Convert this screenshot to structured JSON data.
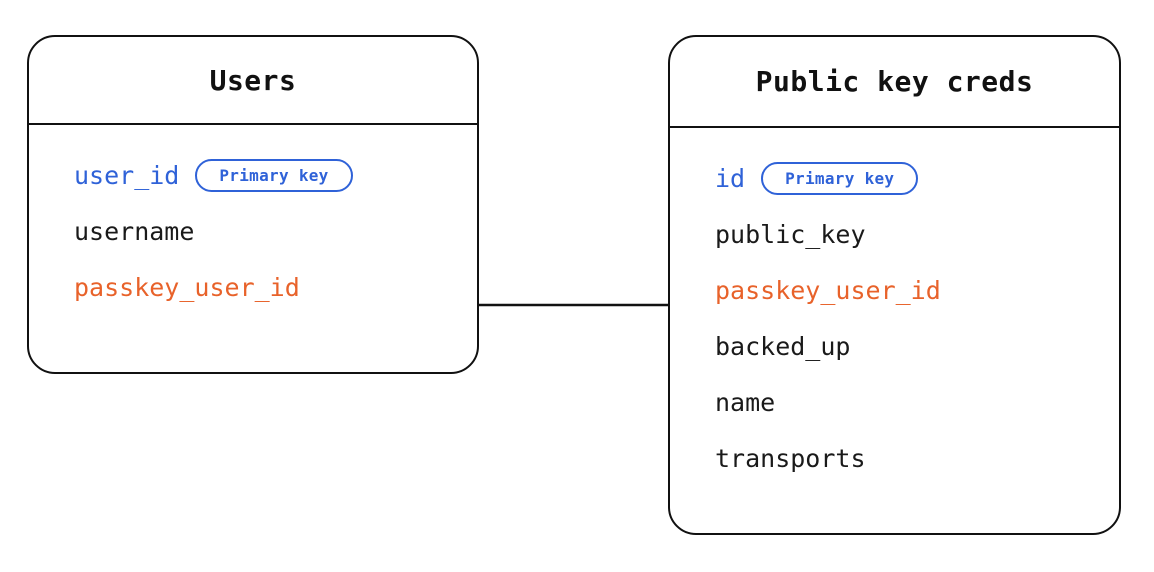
{
  "diagram": {
    "type": "entity-relationship-diagram",
    "background_color": "#ffffff",
    "border_color": "#111111",
    "colors": {
      "primary_key": "#2f62d8",
      "foreign_key": "#e8622a",
      "default_text": "#1a1a1a",
      "badge_border": "#2f62d8",
      "connector": "#111111"
    },
    "entities": [
      {
        "id": "users",
        "title": "Users",
        "fields": [
          {
            "name": "user_id",
            "role": "pk",
            "badge": "Primary key"
          },
          {
            "name": "username",
            "role": "default",
            "badge": null
          },
          {
            "name": "passkey_user_id",
            "role": "fk",
            "badge": null
          }
        ]
      },
      {
        "id": "public_key_creds",
        "title": "Public key creds",
        "fields": [
          {
            "name": "id",
            "role": "pk",
            "badge": "Primary key"
          },
          {
            "name": "public_key",
            "role": "default",
            "badge": null
          },
          {
            "name": "passkey_user_id",
            "role": "fk",
            "badge": null
          },
          {
            "name": "backed_up",
            "role": "default",
            "badge": null
          },
          {
            "name": "name",
            "role": "default",
            "badge": null
          },
          {
            "name": "transports",
            "role": "default",
            "badge": null
          }
        ]
      }
    ],
    "relationships": [
      {
        "from_entity": "users",
        "from_field": "passkey_user_id",
        "to_entity": "public_key_creds",
        "to_field": "passkey_user_id"
      }
    ]
  }
}
